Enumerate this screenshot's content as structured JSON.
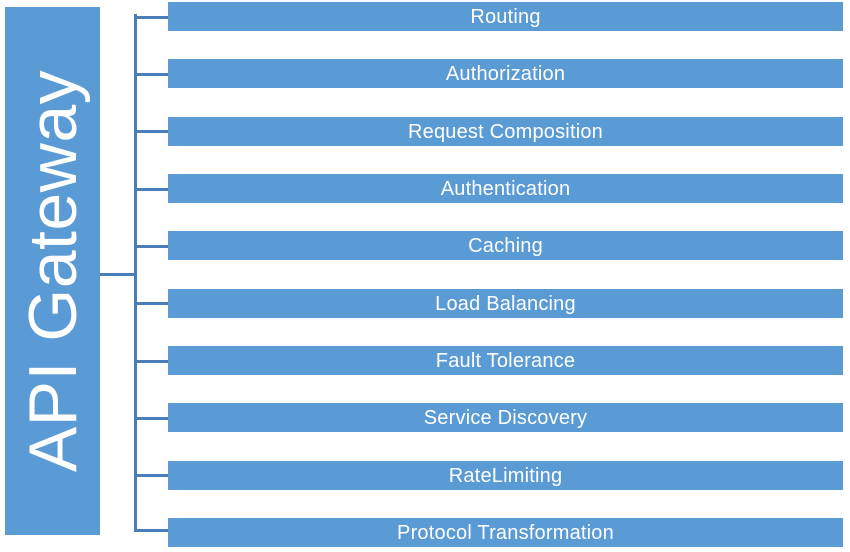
{
  "diagram": {
    "title": "API Gateway",
    "root_node": {
      "label": "API Gateway",
      "orientation": "vertical-rotated",
      "fill_color": "#5B9BD5",
      "text_color": "#FFFFFF"
    },
    "connector": {
      "style": "bracket",
      "line_color": "#4A7EBB",
      "branch_count": 10
    },
    "capabilities": [
      {
        "label": "Routing"
      },
      {
        "label": "Authorization"
      },
      {
        "label": "Request Composition"
      },
      {
        "label": "Authentication"
      },
      {
        "label": "Caching"
      },
      {
        "label": "Load Balancing"
      },
      {
        "label": "Fault Tolerance"
      },
      {
        "label": "Service Discovery"
      },
      {
        "label": "RateLimiting"
      },
      {
        "label": "Protocol Transformation"
      }
    ],
    "colors": {
      "bar_fill": "#5B9BD5",
      "bar_text": "#FFFFFF",
      "connector_line": "#4A7EBB",
      "background": "#FFFFFF"
    }
  }
}
